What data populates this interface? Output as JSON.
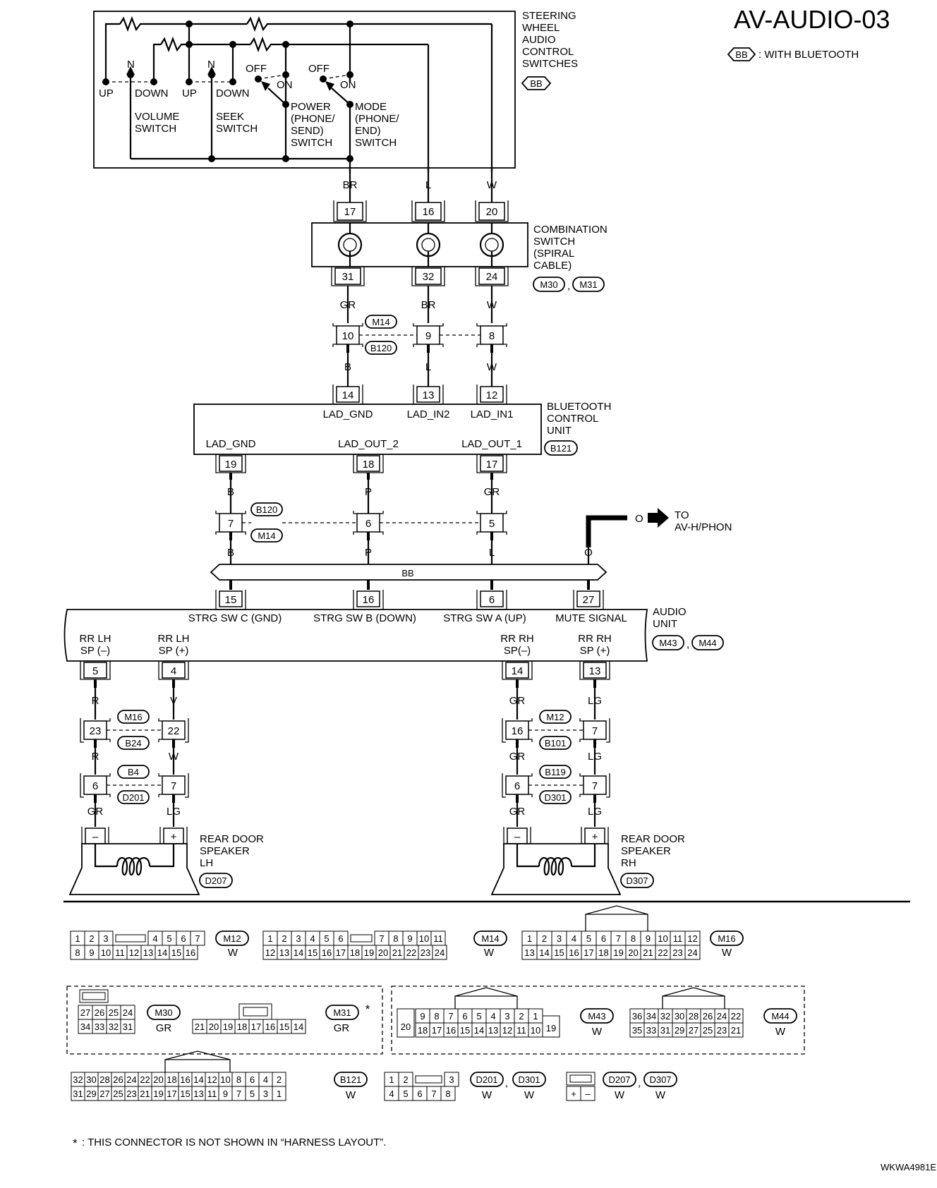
{
  "page": {
    "title": "AV-AUDIO-03",
    "legend_code": "BB",
    "legend_text": ": WITH BLUETOOTH",
    "figure_id": "WKWA4981E",
    "footnote_mark": "*",
    "footnote": ": THIS CONNECTOR IS NOT SHOWN IN “HARNESS LAYOUT”."
  },
  "steering_switch": {
    "name_lines": [
      "STEERING",
      "WHEEL",
      "AUDIO",
      "CONTROL",
      "SWITCHES"
    ],
    "code": "BB",
    "volume": {
      "up": "UP",
      "n": "N",
      "down": "DOWN",
      "label_lines": [
        "VOLUME",
        "SWITCH"
      ]
    },
    "seek": {
      "up": "UP",
      "n": "N",
      "down": "DOWN",
      "label_lines": [
        "SEEK",
        "SWITCH"
      ]
    },
    "power": {
      "off": "OFF",
      "on": "ON",
      "label_lines": [
        "POWER",
        "(PHONE/",
        "SEND)",
        "SWITCH"
      ]
    },
    "mode": {
      "off": "OFF",
      "on": "ON",
      "label_lines": [
        "MODE",
        "(PHONE/",
        "END)",
        "SWITCH"
      ]
    }
  },
  "combination_switch": {
    "name_lines": [
      "COMBINATION",
      "SWITCH",
      "(SPIRAL",
      "CABLE)"
    ],
    "connectors": [
      "M30",
      "M31"
    ],
    "top_pins": [
      "17",
      "16",
      "20"
    ],
    "bottom_pins": [
      "31",
      "32",
      "24"
    ],
    "top_wires": [
      "BR",
      "L",
      "W"
    ],
    "bottom_wires": [
      "GR",
      "BR",
      "W"
    ]
  },
  "joint_m14_b120": {
    "connectors": [
      "M14",
      "B120"
    ],
    "pins": [
      "10",
      "9",
      "8"
    ],
    "wires_below": [
      "B",
      "L",
      "W"
    ]
  },
  "bluetooth_unit": {
    "name_lines": [
      "BLUETOOTH",
      "CONTROL",
      "UNIT"
    ],
    "connector": "B121",
    "top_pins": [
      "14",
      "13",
      "12"
    ],
    "top_labels": [
      "LAD_GND",
      "LAD_IN2",
      "LAD_IN1"
    ],
    "bottom_pins": [
      "19",
      "18",
      "17"
    ],
    "bottom_labels": [
      "LAD_GND",
      "LAD_OUT_2",
      "LAD_OUT_1"
    ],
    "bottom_wires": [
      "B",
      "P",
      "GR"
    ]
  },
  "joint_b120_m14": {
    "connectors": [
      "B120",
      "M14"
    ],
    "pins": [
      "7",
      "6",
      "5"
    ],
    "wires_below": [
      "B",
      "P",
      "L",
      "O"
    ]
  },
  "to_other": {
    "wire": "O",
    "text_lines": [
      "TO",
      "AV-H/PHON"
    ]
  },
  "bb_bar": "BB",
  "audio_unit": {
    "name_lines": [
      "AUDIO",
      "UNIT"
    ],
    "connectors": [
      "M43",
      "M44"
    ],
    "top_pins": [
      "15",
      "16",
      "6",
      "27"
    ],
    "top_labels": [
      "STRG SW C (GND)",
      "STRG SW B (DOWN)",
      "STRG SW A (UP)",
      "MUTE SIGNAL"
    ],
    "left_labels": [
      [
        "RR LH",
        "SP (–)"
      ],
      [
        "RR LH",
        "SP (+)"
      ]
    ],
    "right_labels": [
      [
        "RR RH",
        "SP(–)"
      ],
      [
        "RR RH",
        "SP (+)"
      ]
    ],
    "bottom_pins": [
      "5",
      "4",
      "14",
      "13"
    ]
  },
  "lh_chain": {
    "wires1": [
      "R",
      "V"
    ],
    "joint1": {
      "pins": [
        "23",
        "22"
      ],
      "connectors": [
        "M16",
        "B24"
      ]
    },
    "wires2": [
      "R",
      "W"
    ],
    "joint2": {
      "pins": [
        "6",
        "7"
      ],
      "connectors": [
        "B4",
        "D201"
      ]
    },
    "wires3": [
      "GR",
      "LG"
    ],
    "speaker": {
      "name_lines": [
        "REAR DOOR",
        "SPEAKER",
        "LH"
      ],
      "connector": "D207",
      "minus": "–",
      "plus": "+"
    }
  },
  "rh_chain": {
    "wires1": [
      "GR",
      "LG"
    ],
    "joint1": {
      "pins": [
        "16",
        "7"
      ],
      "connectors": [
        "M12",
        "B101"
      ]
    },
    "wires2": [
      "GR",
      "LG"
    ],
    "joint2": {
      "pins": [
        "6",
        "7"
      ],
      "connectors": [
        "B119",
        "D301"
      ]
    },
    "wires3": [
      "GR",
      "LG"
    ],
    "speaker": {
      "name_lines": [
        "REAR DOOR",
        "SPEAKER",
        "RH"
      ],
      "connector": "D307",
      "minus": "–",
      "plus": "+"
    }
  },
  "connector_faces": {
    "M12": {
      "color": "W",
      "row1": [
        "1",
        "2",
        "3",
        "",
        "4",
        "5",
        "6",
        "7"
      ],
      "row2": [
        "8",
        "9",
        "10",
        "11",
        "12",
        "13",
        "14",
        "15",
        "16"
      ]
    },
    "M14": {
      "color": "W",
      "row1": [
        "1",
        "2",
        "3",
        "4",
        "5",
        "6",
        "",
        "7",
        "8",
        "9",
        "10",
        "11"
      ],
      "row2": [
        "12",
        "13",
        "14",
        "15",
        "16",
        "17",
        "18",
        "19",
        "20",
        "21",
        "22",
        "23",
        "24"
      ]
    },
    "M16": {
      "color": "W",
      "row1": [
        "1",
        "2",
        "3",
        "4",
        "5",
        "6",
        "7",
        "8",
        "9",
        "10",
        "11",
        "12"
      ],
      "row2": [
        "13",
        "14",
        "15",
        "16",
        "17",
        "18",
        "19",
        "20",
        "21",
        "22",
        "23",
        "24"
      ]
    },
    "M30": {
      "color": "GR",
      "row1": [
        "27",
        "26",
        "25",
        "24"
      ],
      "row2": [
        "34",
        "33",
        "32",
        "31"
      ]
    },
    "M31": {
      "color": "GR",
      "row2": [
        "21",
        "20",
        "19",
        "18",
        "17",
        "16",
        "15",
        "14"
      ],
      "note": "*"
    },
    "M43": {
      "color": "W",
      "row1": [
        "9",
        "8",
        "7",
        "6",
        "5",
        "4",
        "3",
        "2",
        "1"
      ],
      "row2": [
        "18",
        "17",
        "16",
        "15",
        "14",
        "13",
        "12",
        "11",
        "10"
      ],
      "left": "20",
      "right": "19"
    },
    "M44": {
      "color": "W",
      "row1": [
        "36",
        "34",
        "32",
        "30",
        "28",
        "26",
        "24",
        "22"
      ],
      "row2": [
        "35",
        "33",
        "31",
        "29",
        "27",
        "25",
        "23",
        "21"
      ]
    },
    "B121": {
      "color": "W",
      "row1": [
        "32",
        "30",
        "28",
        "26",
        "24",
        "22",
        "20",
        "18",
        "16",
        "14",
        "12",
        "10",
        "8",
        "6",
        "4",
        "2"
      ],
      "row2": [
        "31",
        "29",
        "27",
        "25",
        "23",
        "21",
        "19",
        "17",
        "15",
        "13",
        "11",
        "9",
        "7",
        "5",
        "3",
        "1"
      ]
    },
    "D201_D301": {
      "names": [
        "D201",
        "D301"
      ],
      "colors": [
        "W",
        "W"
      ],
      "row1": [
        "1",
        "2",
        "",
        "3"
      ],
      "row2": [
        "4",
        "5",
        "6",
        "7",
        "8"
      ]
    },
    "D207_D307": {
      "names": [
        "D207",
        "D307"
      ],
      "colors": [
        "W",
        "W"
      ],
      "row2": [
        "+",
        "–"
      ]
    }
  }
}
